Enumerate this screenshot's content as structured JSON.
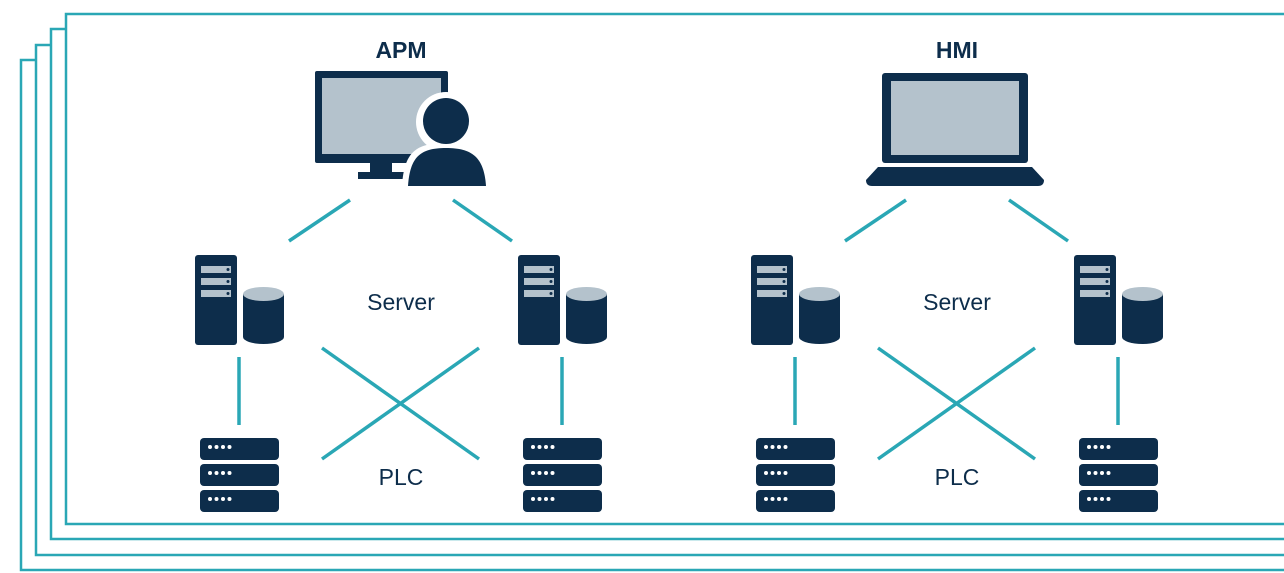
{
  "stacked_frames": 4,
  "colors": {
    "frame_stroke": "#2aa7b5",
    "link": "#2aa7b5",
    "icon_dark": "#0d2d4b",
    "icon_light": "#b4c2cc",
    "background": "#ffffff"
  },
  "groups": [
    {
      "id": "apm",
      "top_label": "APM",
      "top_icon": "desktop-user-icon",
      "server_label": "Server",
      "plc_label": "PLC"
    },
    {
      "id": "hmi",
      "top_label": "HMI",
      "top_icon": "laptop-icon",
      "server_label": "Server",
      "plc_label": "PLC"
    }
  ]
}
